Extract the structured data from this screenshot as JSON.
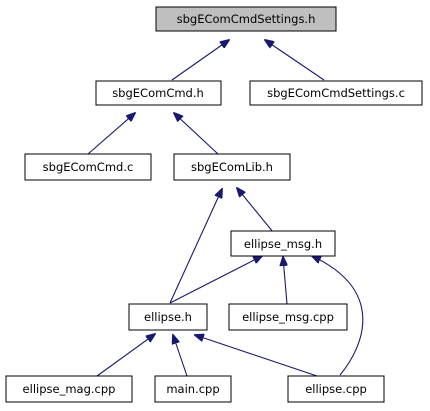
{
  "graph": {
    "nodes": {
      "settings_h": {
        "label": "sbgEComCmdSettings.h",
        "highlighted": true
      },
      "cmd_h": {
        "label": "sbgEComCmd.h"
      },
      "settings_c": {
        "label": "sbgEComCmdSettings.c"
      },
      "cmd_c": {
        "label": "sbgEComCmd.c"
      },
      "lib_h": {
        "label": "sbgEComLib.h"
      },
      "msg_h": {
        "label": "ellipse_msg.h"
      },
      "ellipse_h": {
        "label": "ellipse.h"
      },
      "msg_cpp": {
        "label": "ellipse_msg.cpp"
      },
      "mag_cpp": {
        "label": "ellipse_mag.cpp"
      },
      "main_cpp": {
        "label": "main.cpp"
      },
      "ellipse_cpp": {
        "label": "ellipse.cpp"
      }
    },
    "edges": [
      {
        "from": "cmd_h",
        "to": "settings_h"
      },
      {
        "from": "settings_c",
        "to": "settings_h"
      },
      {
        "from": "cmd_c",
        "to": "cmd_h"
      },
      {
        "from": "lib_h",
        "to": "cmd_h"
      },
      {
        "from": "msg_h",
        "to": "lib_h"
      },
      {
        "from": "ellipse_h",
        "to": "lib_h"
      },
      {
        "from": "ellipse_h",
        "to": "msg_h"
      },
      {
        "from": "msg_cpp",
        "to": "msg_h"
      },
      {
        "from": "ellipse_cpp",
        "to": "msg_h"
      },
      {
        "from": "mag_cpp",
        "to": "ellipse_h"
      },
      {
        "from": "main_cpp",
        "to": "ellipse_h"
      },
      {
        "from": "ellipse_cpp",
        "to": "ellipse_h"
      }
    ],
    "colors": {
      "highlight_fill": "#bfbfbf",
      "node_fill": "#ffffff",
      "border": "#000000",
      "arrow": "#191970"
    }
  }
}
